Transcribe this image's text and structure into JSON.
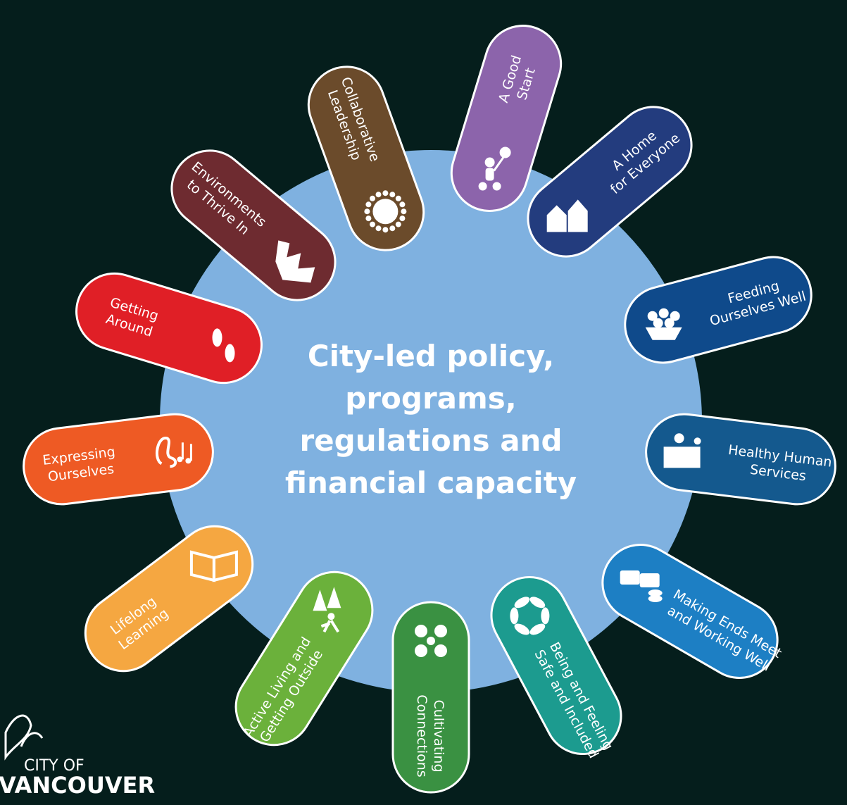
{
  "center": {
    "lines": [
      "City-led policy,",
      "programs,",
      "regulations and",
      "financial capacity"
    ],
    "circle_color": "#7fb1e0"
  },
  "background_color": "#051e1c",
  "goals": [
    {
      "id": "a-good-start",
      "lines": [
        "A Good",
        "Start"
      ],
      "color": "#8c64ab",
      "icon": "child-with-balloon-icon"
    },
    {
      "id": "a-home-for-everyone",
      "lines": [
        "A Home",
        "for Everyone"
      ],
      "color": "#233c7e",
      "icon": "houses-icon"
    },
    {
      "id": "feeding-ourselves-well",
      "lines": [
        "Feeding",
        "Ourselves Well"
      ],
      "color": "#0f4a8b",
      "icon": "fruit-bowl-icon"
    },
    {
      "id": "healthy-human-services",
      "lines": [
        "Healthy Human",
        "Services"
      ],
      "color": "#14598e",
      "icon": "reception-desk-icon"
    },
    {
      "id": "making-ends-meet",
      "lines": [
        "Making Ends Meet",
        "and Working Well"
      ],
      "color": "#1d7fc4",
      "icon": "money-icon"
    },
    {
      "id": "being-safe-included",
      "lines": [
        "Being and Feeling",
        "Safe and Included"
      ],
      "color": "#1c9b8f",
      "icon": "joined-hands-icon"
    },
    {
      "id": "cultivating-connections",
      "lines": [
        "Cultivating",
        "Connections"
      ],
      "color": "#3a9142",
      "icon": "connected-people-icon"
    },
    {
      "id": "active-living",
      "lines": [
        "Active Living and",
        "Getting Outside"
      ],
      "color": "#6bb13b",
      "icon": "hiker-trees-icon"
    },
    {
      "id": "lifelong-learning",
      "lines": [
        "Lifelong",
        "Learning"
      ],
      "color": "#f5a741",
      "icon": "open-book-icon"
    },
    {
      "id": "expressing-ourselves",
      "lines": [
        "Expressing",
        "Ourselves"
      ],
      "color": "#ee5a24",
      "icon": "music-notes-icon"
    },
    {
      "id": "getting-around",
      "lines": [
        "Getting",
        "Around"
      ],
      "color": "#e01f26",
      "icon": "footprints-icon"
    },
    {
      "id": "environments-to-thrive",
      "lines": [
        "Environments",
        "to Thrive In"
      ],
      "color": "#6e2b30",
      "icon": "map-icon"
    },
    {
      "id": "collaborative-leadership",
      "lines": [
        "Collaborative",
        "Leadership"
      ],
      "color": "#6b4b2b",
      "icon": "people-circle-icon"
    }
  ],
  "logo": {
    "line1": "CITY OF",
    "line2": "VANCOUVER"
  }
}
